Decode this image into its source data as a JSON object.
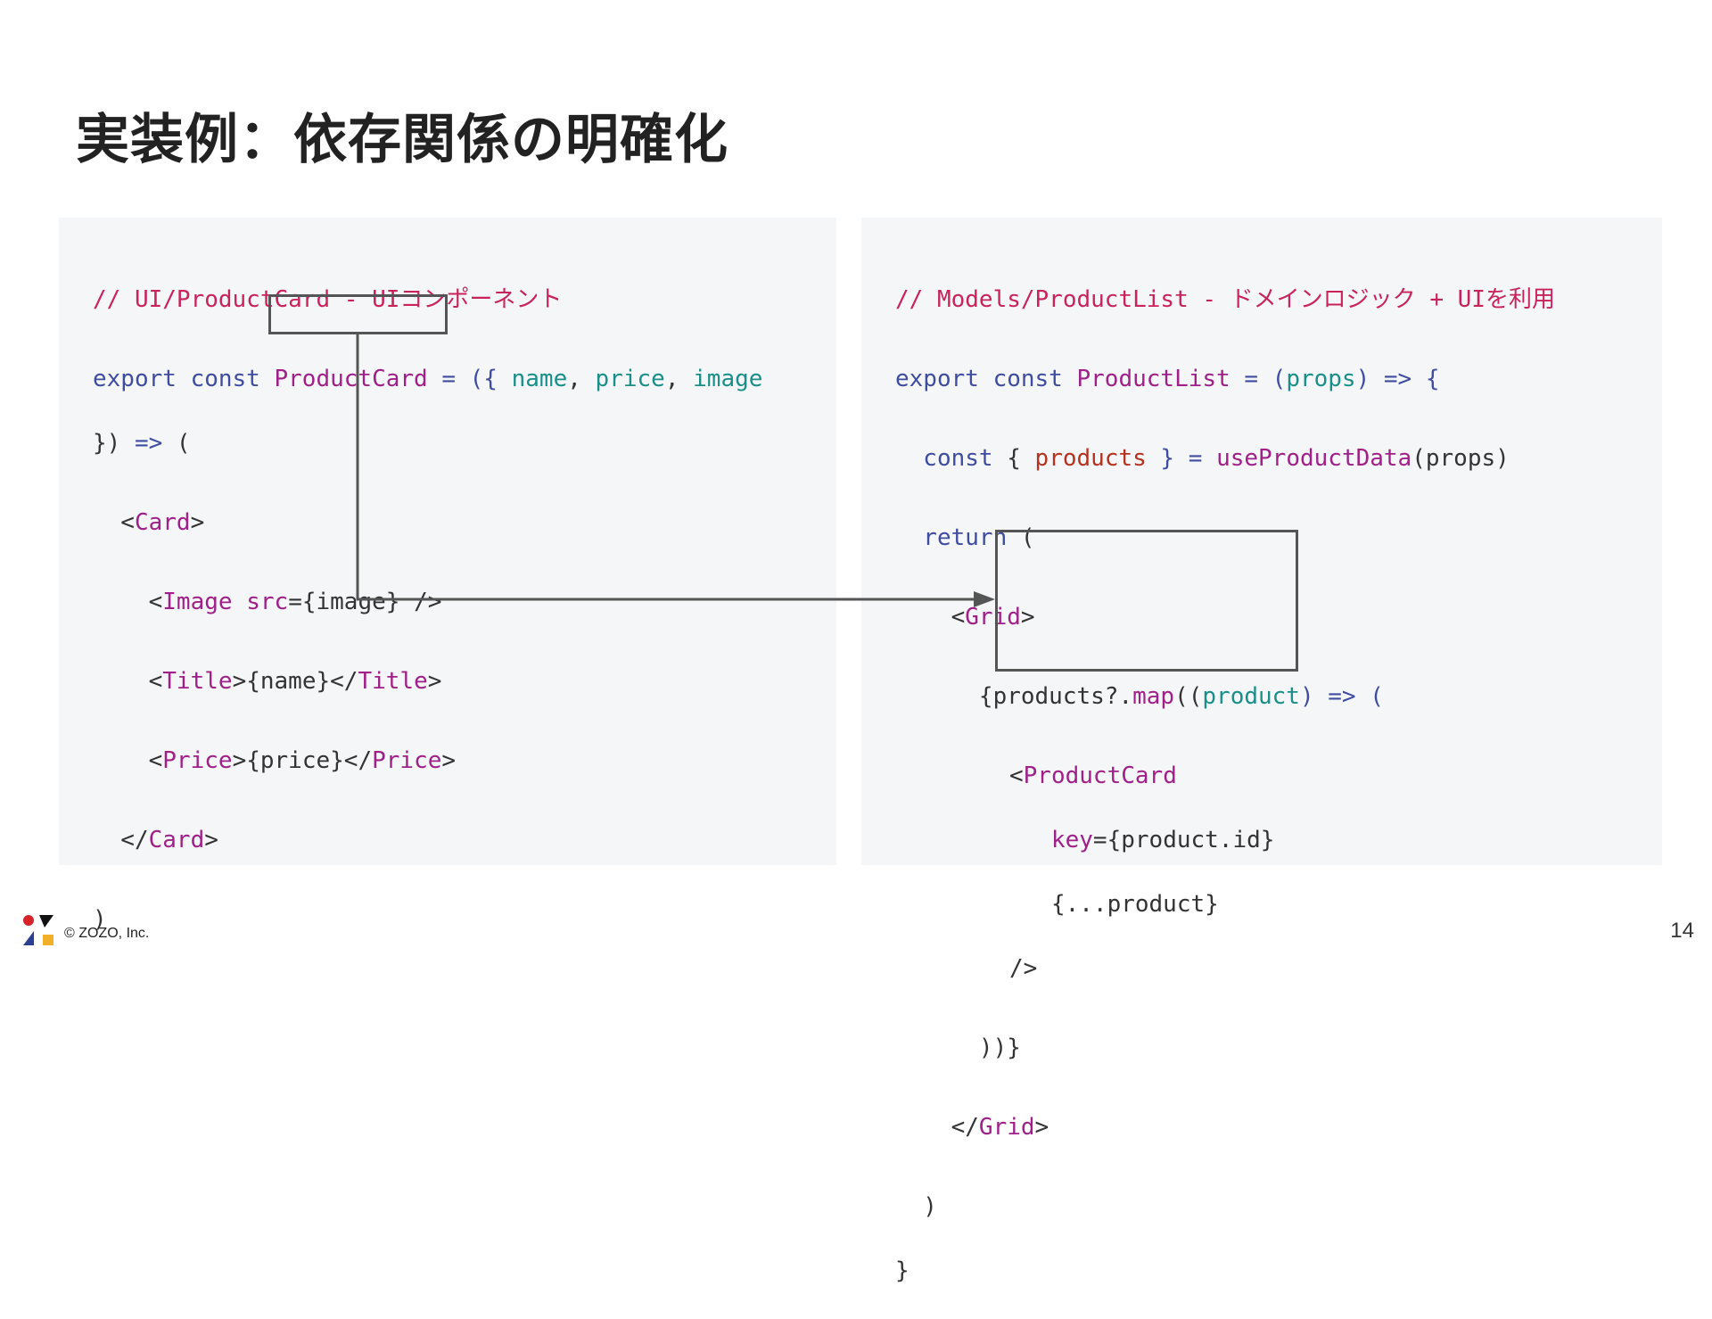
{
  "slide": {
    "title": "実装例：依存関係の明確化",
    "page_number": "14",
    "copyright": "© ZOZO, Inc."
  },
  "left_code": {
    "comment": "// UI/ProductCard - UIコンポーネント",
    "l2_export": "export const ",
    "l2_name": "ProductCard",
    "l2_eq": " = ({ ",
    "l2_p1": "name",
    "l2_c1": ", ",
    "l2_p2": "price",
    "l2_c2": ", ",
    "l2_p3": "image",
    "l3_a": "}) ",
    "l3_arrow": "=>",
    "l3_b": " (",
    "l4_lt": "  <",
    "l4_tag": "Card",
    "l4_gt": ">",
    "l5_lt": "    <",
    "l5_tag": "Image",
    "l5_attr": " src",
    "l5_rest": "={image} />",
    "l6_lt": "    <",
    "l6_tag": "Title",
    "l6_mid": ">{name}</",
    "l6_tag2": "Title",
    "l6_gt": ">",
    "l7_lt": "    <",
    "l7_tag": "Price",
    "l7_mid": ">{price}</",
    "l7_tag2": "Price",
    "l7_gt": ">",
    "l8_lt": "  </",
    "l8_tag": "Card",
    "l8_gt": ">",
    "l9": ")"
  },
  "right_code": {
    "comment": "// Models/ProductList - ドメインロジック + UIを利用",
    "r2_export": "export const ",
    "r2_name": "ProductList",
    "r2_eq": " = (",
    "r2_param": "props",
    "r2_rest": ") => {",
    "r3_const": "  const ",
    "r3_brace": "{ ",
    "r3_var": "products",
    "r3_mid": " } = ",
    "r3_fn": "useProductData",
    "r3_rest": "(props)",
    "r4_ret": "  return",
    "r4_rest": " (",
    "r5_lt": "    <",
    "r5_tag": "Grid",
    "r5_gt": ">",
    "r6_a": "      {products?.",
    "r6_fn": "map",
    "r6_b": "((",
    "r6_param": "product",
    "r6_c": ") => (",
    "r7_lt": "<",
    "r7_tag": "ProductCard",
    "r8_attr": "   key",
    "r8_rest": "={product.id}",
    "r9": "   {...product}",
    "r10": "/>",
    "r11": "      ))}",
    "r12_lt": "    </",
    "r12_tag": "Grid",
    "r12_gt": ">",
    "r13": "  )",
    "r14": "}"
  },
  "colors": {
    "comment": "#c8245a",
    "keyword": "#3f4da0",
    "component": "#a0208a",
    "param": "#1a8f8a",
    "variable": "#b5321f",
    "panel_bg": "#f5f6f8",
    "box_border": "#555555"
  }
}
